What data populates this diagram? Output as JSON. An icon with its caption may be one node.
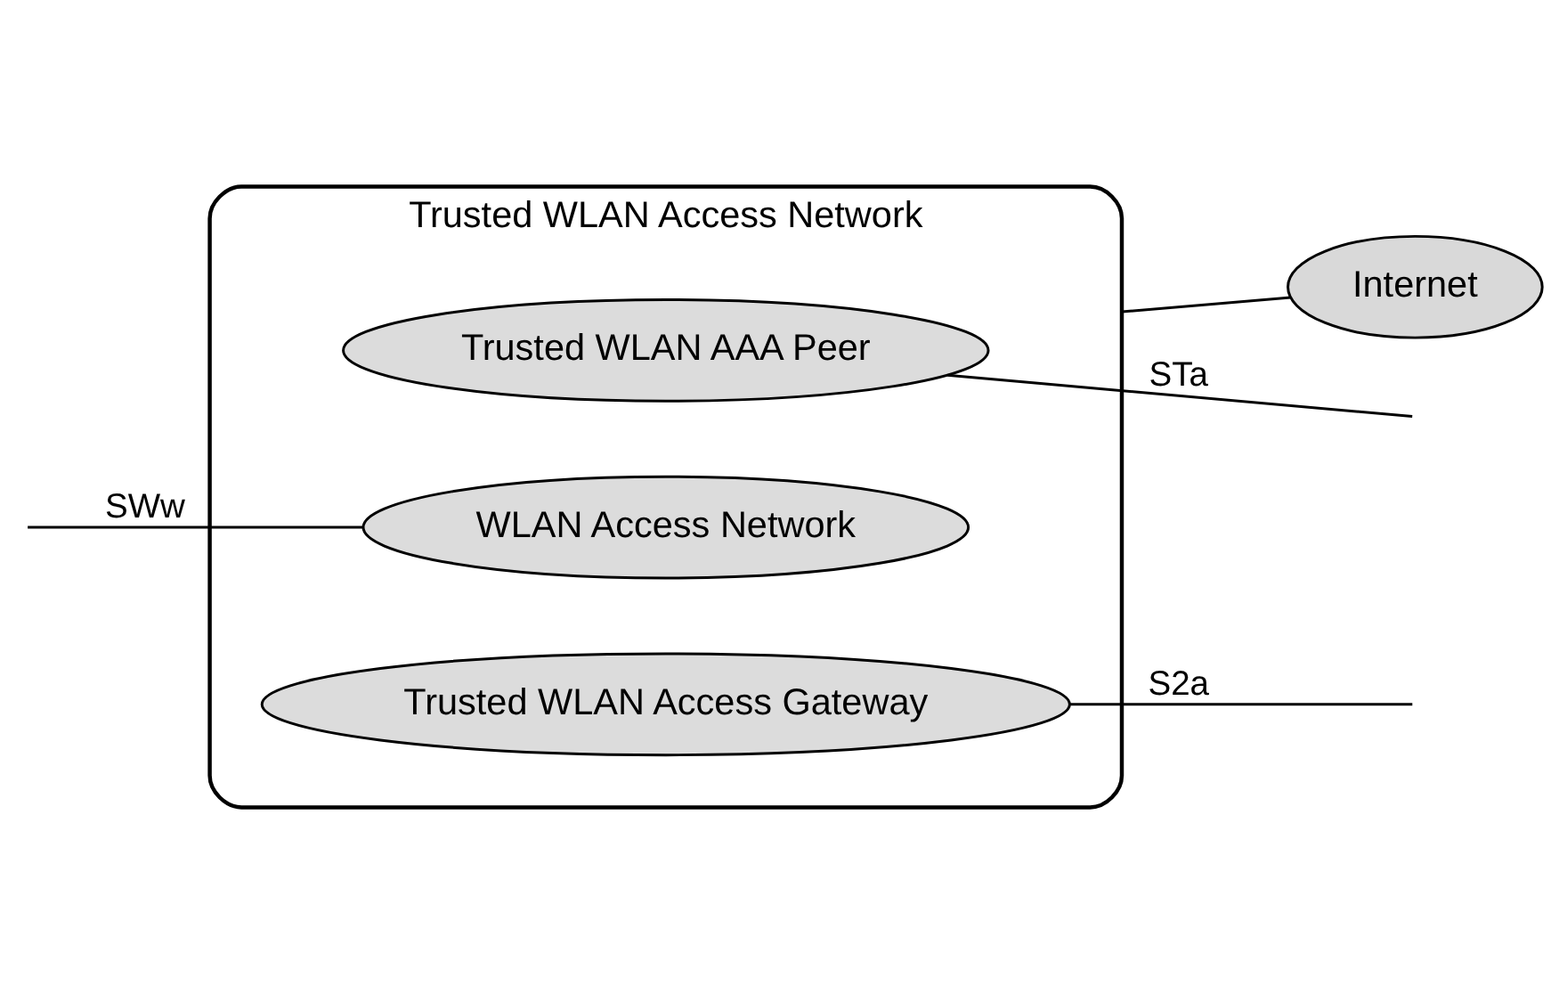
{
  "diagram": {
    "nodes": [
      {
        "text": [
          "Trusted WLAN Access Network"
        ]
      },
      {
        "text": [
          "Trusted WLAN AAA Peer"
        ],
        "in": 0
      },
      {
        "text": [
          "WLAN Access Network"
        ],
        "in": 0
      },
      {
        "text": [
          "Trusted WLAN Access Gateway"
        ],
        "in": 0
      },
      {
        "text": [
          "Internet"
        ]
      }
    ],
    "edges": [
      {
        "from": null,
        "to": 2,
        "arrow": "none",
        "label": "SWw"
      },
      {
        "from": 1,
        "to": null,
        "arrow": "none",
        "label": "STa"
      },
      {
        "from": 3,
        "to": null,
        "arrow": "none",
        "label": "S2a"
      },
      {
        "from": 0,
        "to": 4,
        "arrow": "none"
      }
    ]
  }
}
